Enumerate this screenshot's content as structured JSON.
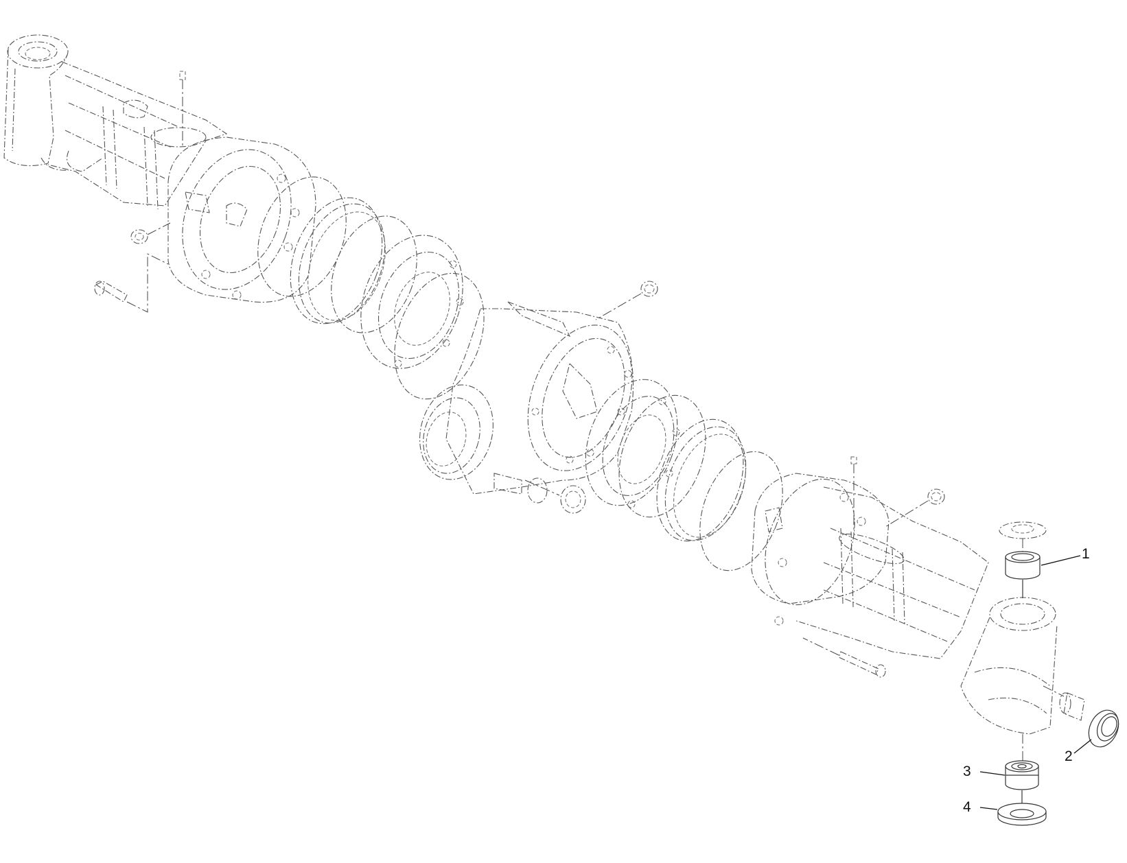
{
  "diagram": {
    "type": "exploded-parts-view",
    "subject": "axle assembly",
    "line_color": "#444444",
    "background": "#ffffff",
    "callouts": [
      {
        "id": "1",
        "label": "1",
        "part": "bushing (upper kingpin)"
      },
      {
        "id": "2",
        "label": "2",
        "part": "bushing (side)"
      },
      {
        "id": "3",
        "label": "3",
        "part": "bushing (lower kingpin)"
      },
      {
        "id": "4",
        "label": "4",
        "part": "washer (lower)"
      }
    ]
  }
}
